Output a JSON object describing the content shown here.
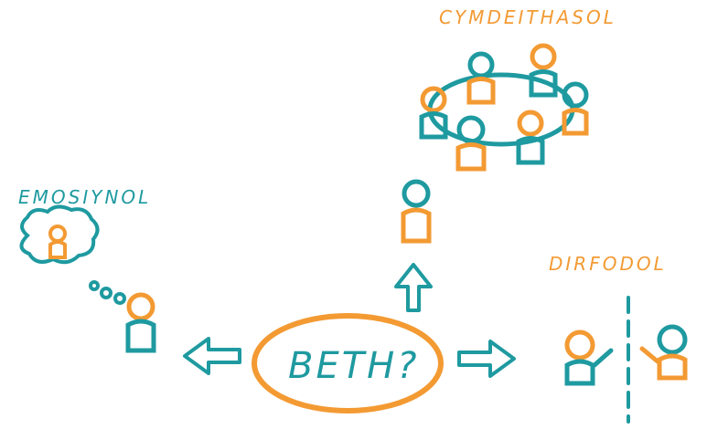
{
  "colors": {
    "teal": "#1E9AA0",
    "orange": "#F39A33",
    "background": "#FFFFFF"
  },
  "center": {
    "label": "BETH?"
  },
  "branches": {
    "emotional": {
      "label": "EMOSIYNOL"
    },
    "social": {
      "label": "CYMDEITHASOL"
    },
    "physical": {
      "label": "DIRFODOL"
    }
  },
  "icons": {
    "arrow": "arrow-icon",
    "person": "person-icon",
    "thought_bubble": "thought-bubble-icon"
  }
}
